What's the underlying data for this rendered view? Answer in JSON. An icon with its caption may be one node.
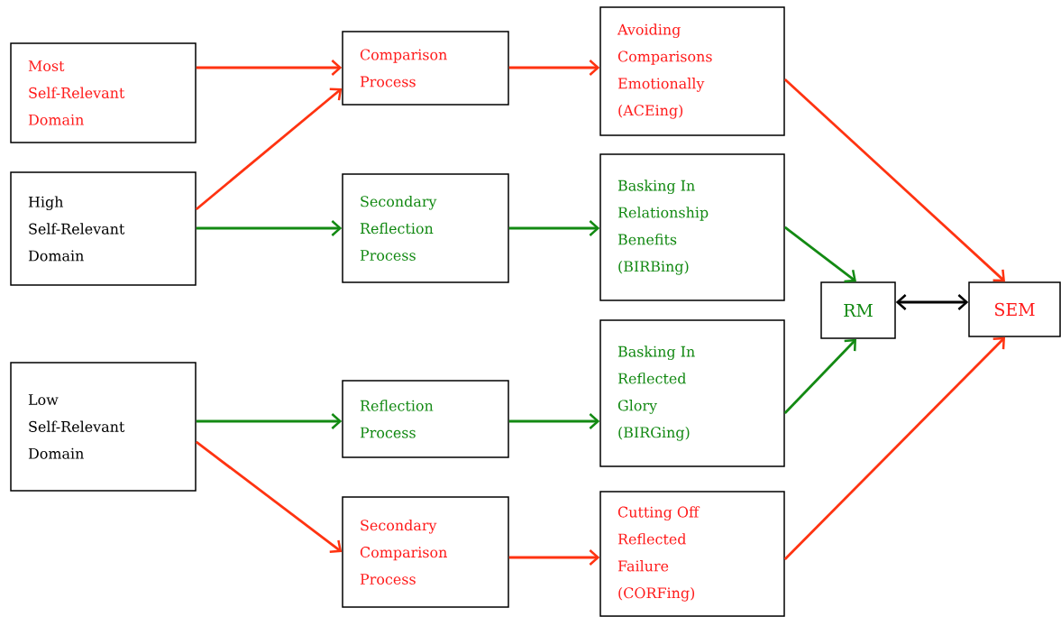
{
  "diagram": {
    "nodes": [
      {
        "text": [
          "Most Self-Relevant Domain"
        ]
      },
      {
        "text": [
          "High Self-Relevant Domain"
        ]
      },
      {
        "text": [
          "Low Self-Relevant Domain"
        ]
      },
      {
        "text": [
          "Comparison Process"
        ]
      },
      {
        "text": [
          "Secondary Reflection Process"
        ]
      },
      {
        "text": [
          "Reflection Process"
        ]
      },
      {
        "text": [
          "Secondary Comparison Process"
        ]
      },
      {
        "text": [
          "Avoiding Comparisons Emotionally (ACEing)"
        ]
      },
      {
        "text": [
          "Basking In Relationship Benefits (BIRBing)"
        ]
      },
      {
        "text": [
          "Basking In Reflected Glory (BIRGing)"
        ]
      },
      {
        "text": [
          "Cutting Off Reflected Failure (CORFing)"
        ]
      },
      {
        "text": [
          "RM"
        ]
      },
      {
        "text": [
          "SEM"
        ]
      }
    ],
    "edges": [
      {
        "from": 0,
        "to": 3,
        "arrow": "to"
      },
      {
        "from": 1,
        "to": 3,
        "arrow": "to"
      },
      {
        "from": 1,
        "to": 4,
        "arrow": "to",
        "color": "#138a13"
      },
      {
        "from": 2,
        "to": 5,
        "arrow": "to",
        "color": "#138a13"
      },
      {
        "from": 2,
        "to": 6,
        "arrow": "to"
      },
      {
        "from": 3,
        "to": 7,
        "arrow": "to"
      },
      {
        "from": 4,
        "to": 8,
        "arrow": "to",
        "color": "#138a13"
      },
      {
        "from": 5,
        "to": 9,
        "arrow": "to",
        "color": "#138a13"
      },
      {
        "from": 6,
        "to": 10,
        "arrow": "to"
      },
      {
        "from": 7,
        "to": 12,
        "arrow": "to"
      },
      {
        "from": 8,
        "to": 11,
        "arrow": "to",
        "color": "#138a13"
      },
      {
        "from": 9,
        "to": 11,
        "arrow": "to",
        "color": "#138a13"
      },
      {
        "from": 10,
        "to": 12,
        "arrow": "to"
      },
      {
        "from": 11,
        "to": 12,
        "arrow": "both",
        "color": "#000000"
      }
    ]
  }
}
